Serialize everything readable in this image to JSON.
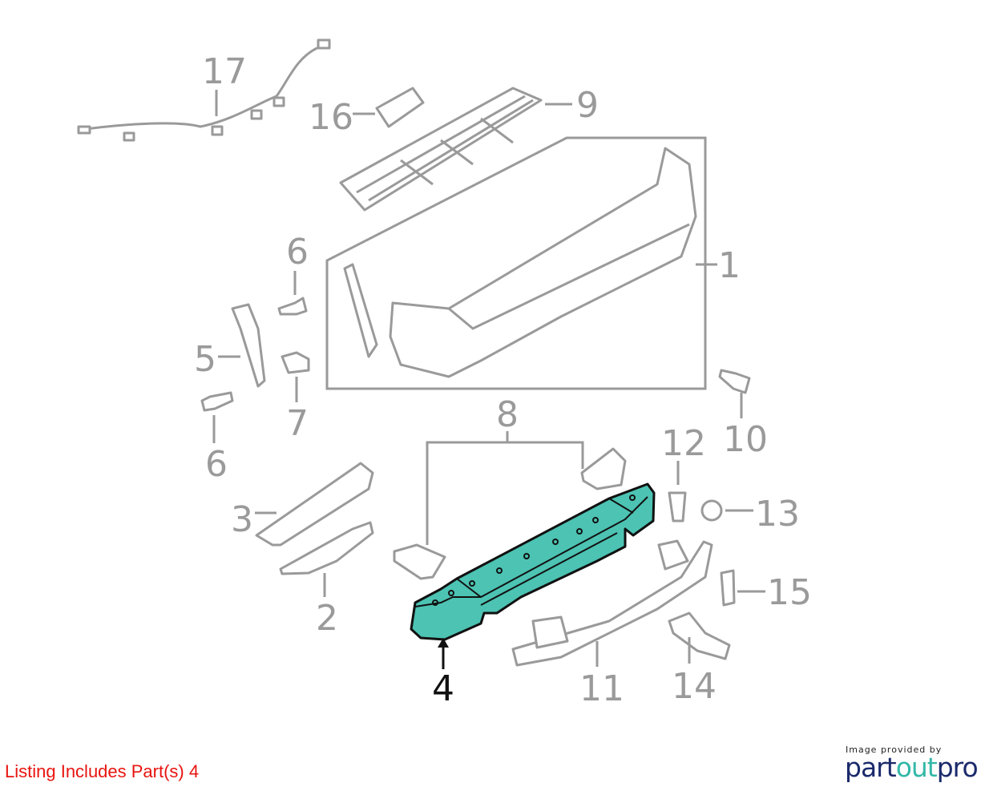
{
  "diagram": {
    "callouts": [
      "17",
      "16",
      "9",
      "1",
      "6",
      "5",
      "7",
      "6",
      "8",
      "12",
      "10",
      "13",
      "3",
      "15",
      "2",
      "4",
      "11",
      "14"
    ],
    "highlighted_part": "4",
    "highlight_color": "#4cc3b3"
  },
  "footer": {
    "listing_text": "Listing Includes Part(s) 4",
    "credit_text": "Image provided by",
    "logo": {
      "part1": "part",
      "part2": "out",
      "part3": "pro"
    }
  }
}
